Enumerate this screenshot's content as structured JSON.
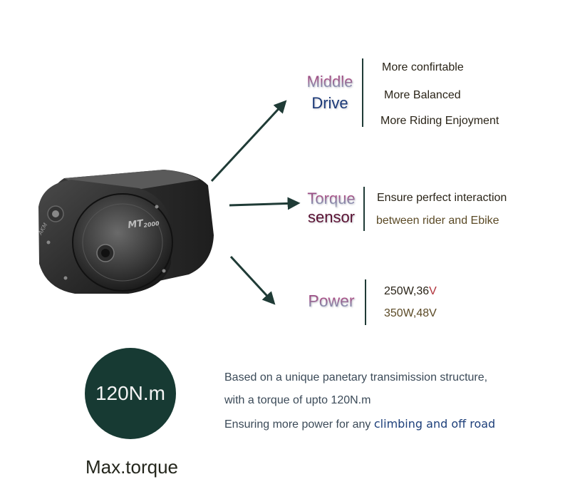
{
  "sections": {
    "middle_drive": {
      "title_line1": "Middle",
      "title_line2": "Drive",
      "items": [
        "More confirtable",
        "More Balanced",
        "More Riding Enjoyment"
      ]
    },
    "torque_sensor": {
      "title_line1": "Torque",
      "title_line2": "sensor",
      "items": [
        "Ensure perfect interaction",
        "between rider and Ebike"
      ]
    },
    "power": {
      "title": "Power",
      "items": [
        {
          "text": "250W,36",
          "suffix": "V"
        },
        {
          "text": "350W,48V",
          "suffix": ""
        }
      ]
    }
  },
  "motor": {
    "model_label": "MT2000",
    "model_main": "MT",
    "model_sub": "2000",
    "brand_lettering": "AKM"
  },
  "torque": {
    "value": "120N.m",
    "caption": "Max.torque"
  },
  "description": {
    "line1": "Based on a unique panetary transimission structure,",
    "line2": "with a torque of upto 120N.m",
    "line3_prefix": "Ensuring more power for any ",
    "line3_highlight": "climbing and off road"
  },
  "colors": {
    "circle": "#173a33",
    "arrow": "#1f3b36",
    "highlight": "#1d3f7a"
  }
}
